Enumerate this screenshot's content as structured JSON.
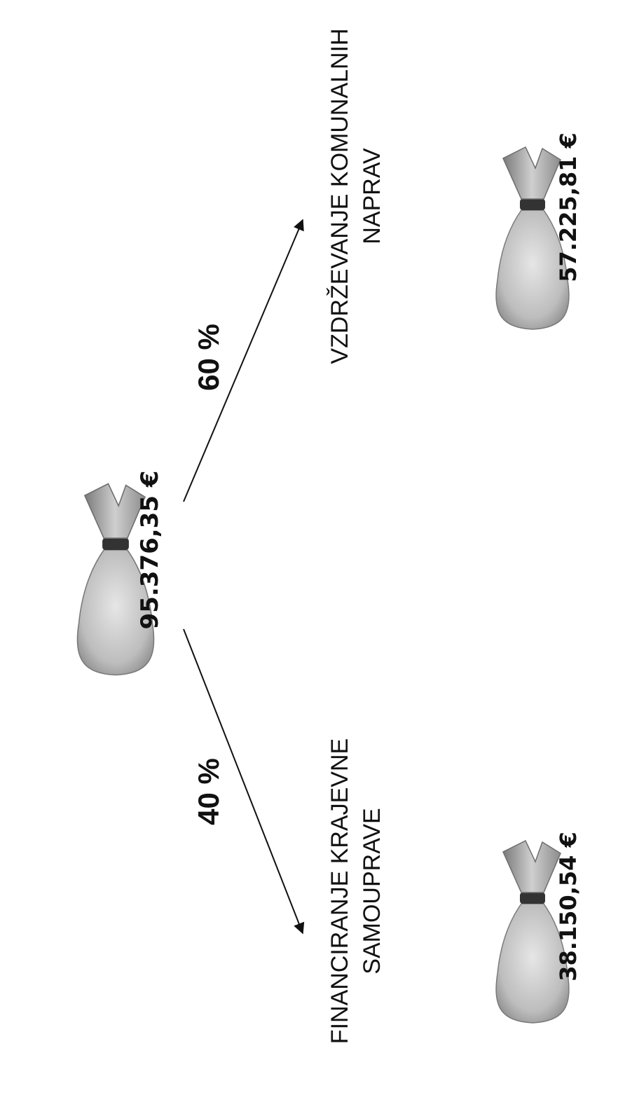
{
  "source": {
    "amount": "95.376,35 €"
  },
  "branches": [
    {
      "percent": "60 %",
      "label_line1": "VZDRŽEVANJE KOMUNALNIH",
      "label_line2": "NAPRAV",
      "amount": "57.225,81 €"
    },
    {
      "percent": "40 %",
      "label_line1": "FINANCIRANJE KRAJEVNE",
      "label_line2": "SAMOUPRAVE",
      "amount": "38.150,54 €"
    }
  ]
}
